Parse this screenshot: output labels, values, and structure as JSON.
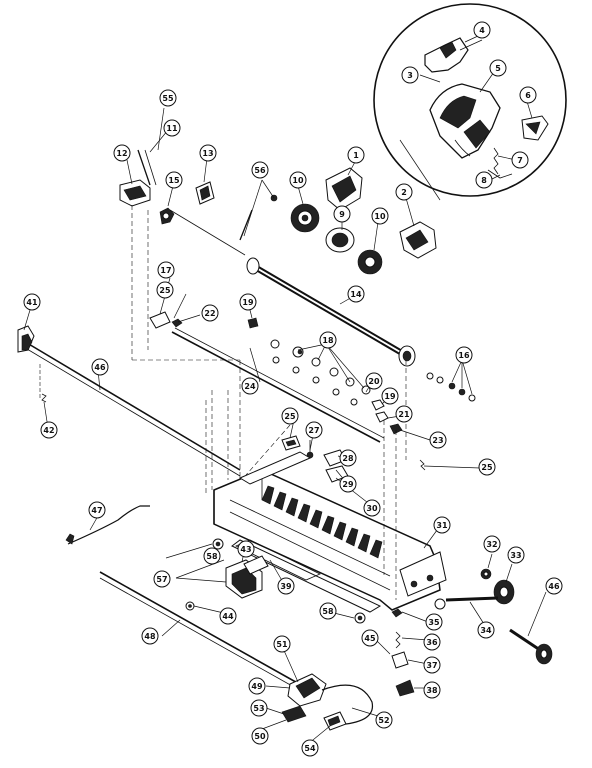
{
  "diagram": {
    "callouts": [
      {
        "id": "c1",
        "label": "1"
      },
      {
        "id": "c2",
        "label": "2"
      },
      {
        "id": "c3",
        "label": "3"
      },
      {
        "id": "c4",
        "label": "4"
      },
      {
        "id": "c5",
        "label": "5"
      },
      {
        "id": "c6",
        "label": "6"
      },
      {
        "id": "c7",
        "label": "7"
      },
      {
        "id": "c8",
        "label": "8"
      },
      {
        "id": "c9",
        "label": "9"
      },
      {
        "id": "c10a",
        "label": "10"
      },
      {
        "id": "c10b",
        "label": "10"
      },
      {
        "id": "c11",
        "label": "11"
      },
      {
        "id": "c12",
        "label": "12"
      },
      {
        "id": "c13",
        "label": "13"
      },
      {
        "id": "c14",
        "label": "14"
      },
      {
        "id": "c15",
        "label": "15"
      },
      {
        "id": "c16",
        "label": "16"
      },
      {
        "id": "c17",
        "label": "17"
      },
      {
        "id": "c18",
        "label": "18"
      },
      {
        "id": "c19a",
        "label": "19"
      },
      {
        "id": "c19b",
        "label": "19"
      },
      {
        "id": "c20",
        "label": "20"
      },
      {
        "id": "c21",
        "label": "21"
      },
      {
        "id": "c22",
        "label": "22"
      },
      {
        "id": "c23",
        "label": "23"
      },
      {
        "id": "c24",
        "label": "24"
      },
      {
        "id": "c25a",
        "label": "25"
      },
      {
        "id": "c25b",
        "label": "25"
      },
      {
        "id": "c25c",
        "label": "25"
      },
      {
        "id": "c27",
        "label": "27"
      },
      {
        "id": "c28",
        "label": "28"
      },
      {
        "id": "c29",
        "label": "29"
      },
      {
        "id": "c30",
        "label": "30"
      },
      {
        "id": "c31",
        "label": "31"
      },
      {
        "id": "c32",
        "label": "32"
      },
      {
        "id": "c33",
        "label": "33"
      },
      {
        "id": "c34",
        "label": "34"
      },
      {
        "id": "c35",
        "label": "35"
      },
      {
        "id": "c36",
        "label": "36"
      },
      {
        "id": "c37",
        "label": "37"
      },
      {
        "id": "c38",
        "label": "38"
      },
      {
        "id": "c39",
        "label": "39"
      },
      {
        "id": "c41",
        "label": "41"
      },
      {
        "id": "c42",
        "label": "42"
      },
      {
        "id": "c43",
        "label": "43"
      },
      {
        "id": "c44",
        "label": "44"
      },
      {
        "id": "c45",
        "label": "45"
      },
      {
        "id": "c46a",
        "label": "46"
      },
      {
        "id": "c46b",
        "label": "46"
      },
      {
        "id": "c47",
        "label": "47"
      },
      {
        "id": "c48",
        "label": "48"
      },
      {
        "id": "c49",
        "label": "49"
      },
      {
        "id": "c50",
        "label": "50"
      },
      {
        "id": "c51",
        "label": "51"
      },
      {
        "id": "c52",
        "label": "52"
      },
      {
        "id": "c53",
        "label": "53"
      },
      {
        "id": "c54",
        "label": "54"
      },
      {
        "id": "c55",
        "label": "55"
      },
      {
        "id": "c56",
        "label": "56"
      },
      {
        "id": "c57",
        "label": "57"
      },
      {
        "id": "c58a",
        "label": "58"
      },
      {
        "id": "c58b",
        "label": "58"
      }
    ]
  }
}
